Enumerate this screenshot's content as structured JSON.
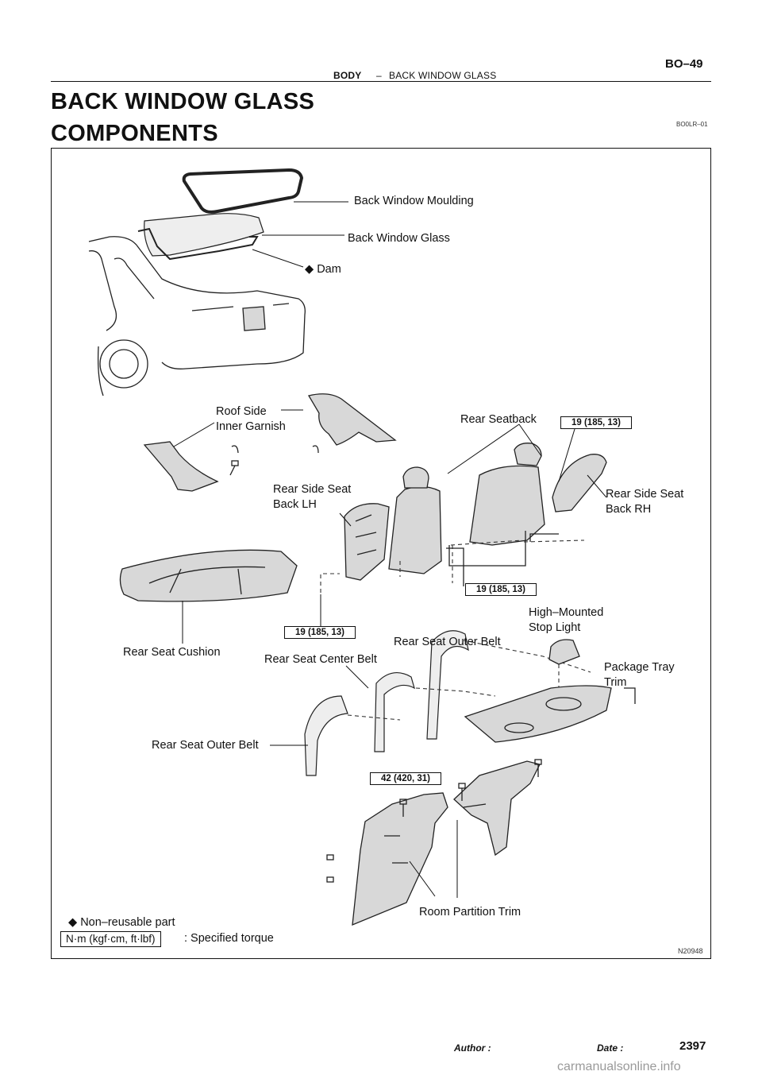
{
  "header": {
    "section": "BODY",
    "separator": "–",
    "subsection": "BACK WINDOW GLASS",
    "page_code": "BO–49"
  },
  "page_title": "BACK WINDOW GLASS",
  "section_title": "COMPONENTS",
  "diagram_code": "BO0LR–01",
  "figure_id": "N20948",
  "labels": {
    "back_window_moulding": "Back Window Moulding",
    "back_window_glass": "Back Window Glass",
    "dam": "Dam",
    "roof_side_inner_garnish_1": "Roof Side",
    "roof_side_inner_garnish_2": "Inner Garnish",
    "rear_seatback": "Rear Seatback",
    "rear_side_seat_back_lh_1": "Rear Side Seat",
    "rear_side_seat_back_lh_2": "Back LH",
    "rear_side_seat_back_rh_1": "Rear Side Seat",
    "rear_side_seat_back_rh_2": "Back RH",
    "high_mounted_stop_light_1": "High–Mounted",
    "high_mounted_stop_light_2": "Stop Light",
    "rear_seat_cushion": "Rear Seat Cushion",
    "rear_seat_center_belt": "Rear Seat Center Belt",
    "rear_seat_outer_belt_upper": "Rear Seat Outer Belt",
    "rear_seat_outer_belt_lower": "Rear Seat Outer Belt",
    "package_tray_trim_1": "Package Tray",
    "package_tray_trim_2": "Trim",
    "room_partition_trim": "Room Partition Trim"
  },
  "torques": {
    "upper_right": "19 (185, 13)",
    "center": "19 (185, 13)",
    "left": "19 (185, 13)",
    "belt": "42 (420, 31)"
  },
  "legend": {
    "symbol": "◆",
    "non_reusable": "Non–reusable part",
    "torque_unit": "N·m (kgf·cm, ft·lbf)",
    "specified_torque": ": Specified torque"
  },
  "footer": {
    "author_label": "Author :",
    "date_label": "Date :",
    "page_number": "2397"
  },
  "watermark": "carmanualsonline.info"
}
